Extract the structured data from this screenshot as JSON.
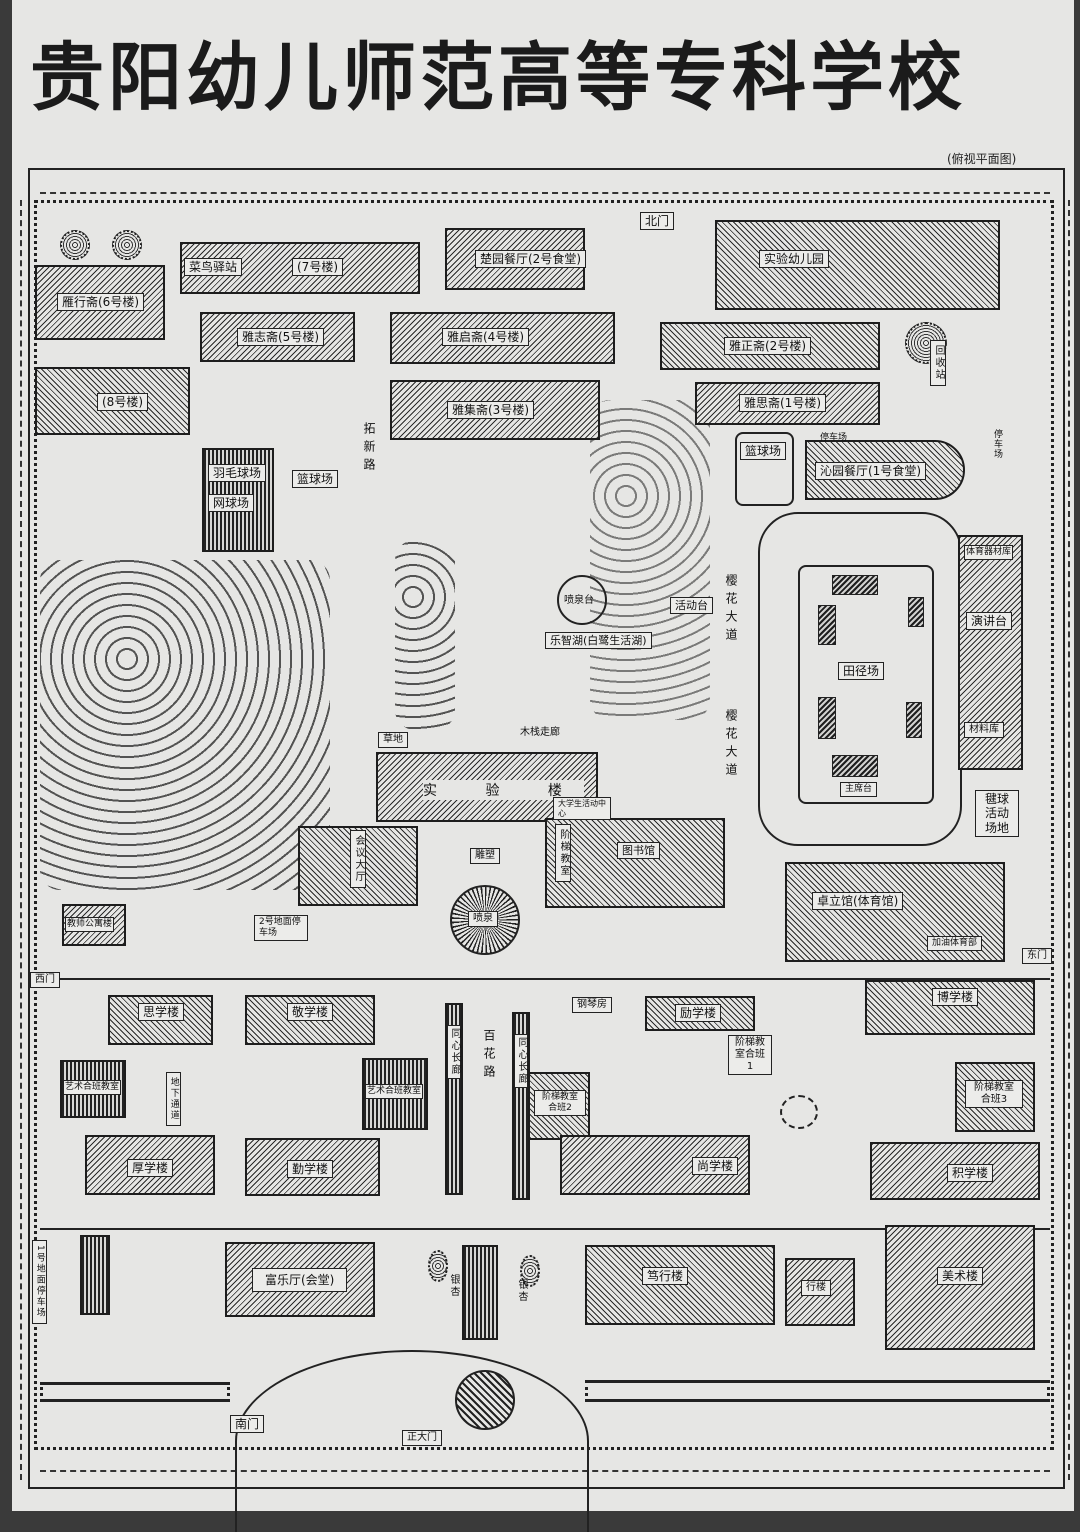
{
  "title": "贵阳幼儿师范高等专科学校",
  "subtitle": "(俯视平面图)",
  "gates": {
    "north": "北门",
    "west": "西门",
    "east": "东门",
    "south": "南门",
    "main": "正大门"
  },
  "north_zone": {
    "chuyuan": "楚园餐厅(2号食堂)",
    "kindergarten": "实验幼儿园",
    "courier": "菜鸟驿站",
    "b7": "(7号楼)",
    "b6": "雁行斋(6号楼)",
    "b5": "雅志斋(5号楼)",
    "b4": "雅启斋(4号楼)",
    "b2": "雅正斋(2号楼)",
    "b1": "雅思斋(1号楼)",
    "b8": "(8号楼)",
    "b3": "雅集斋(3号楼)",
    "badminton": "羽毛球场",
    "tennis": "网球场",
    "basketball_left": "篮球场",
    "tuoxin_road": "拓新路",
    "basketball_right": "篮球场",
    "qinyuan": "沁园餐厅(1号食堂)",
    "parking_a": "停车场",
    "parking_b": "停车场",
    "recycle": "回收站"
  },
  "center_zone": {
    "fountain_stage": "喷泉台",
    "activity_stage": "活动台",
    "lake": "乐智湖(白鹭生活湖)",
    "avenue_1": "樱花大道",
    "avenue_2": "樱花大道",
    "boardwalk": "木栈走廊",
    "lawn": "草地",
    "lab_building": "实 验 楼",
    "student_center": "大学生活动中心",
    "meeting_hall": "会议大厅",
    "sculpture": "雕塑",
    "fountain": "喷泉",
    "lecture_room": "阶梯教室",
    "library": "图书馆",
    "teacher_apt": "教师公寓楼",
    "parking_2": "2号地面停车场"
  },
  "sports_zone": {
    "track_field": "田径场",
    "equipment": "体育器材库",
    "podium": "演讲台",
    "materials": "材料库",
    "rostrum": "主席台",
    "shuttlecock": "毽球活动场地",
    "gym": "卓立馆(体育馆)",
    "gym_office": "加油体育部"
  },
  "teaching_zone": {
    "sixue": "思学楼",
    "jingxue": "敬学楼",
    "art_class_1": "艺术合班教室",
    "tunnel": "地下通道",
    "art_class_2": "艺术合班教室",
    "houxue": "厚学楼",
    "qinxue": "勤学楼",
    "corridor_1": "同心长廊",
    "corridor_2": "同心长廊",
    "baihua_road": "百花路",
    "piano": "钢琴房",
    "lixue": "励学楼",
    "lecture_1": "阶梯教室合班1",
    "lecture_2": "阶梯教室合班2",
    "lecture_3": "阶梯教室合班3",
    "boxue": "博学楼",
    "shangxue": "尚学楼",
    "jixue": "积学楼"
  },
  "south_zone": {
    "hall": "富乐厅(会堂)",
    "duxing": "笃行楼",
    "small_bld": "行楼",
    "east_bld": "美术楼",
    "ginkgo_1": "银杏",
    "ginkgo_2": "银杏",
    "parking_1": "1号地面停车场"
  }
}
